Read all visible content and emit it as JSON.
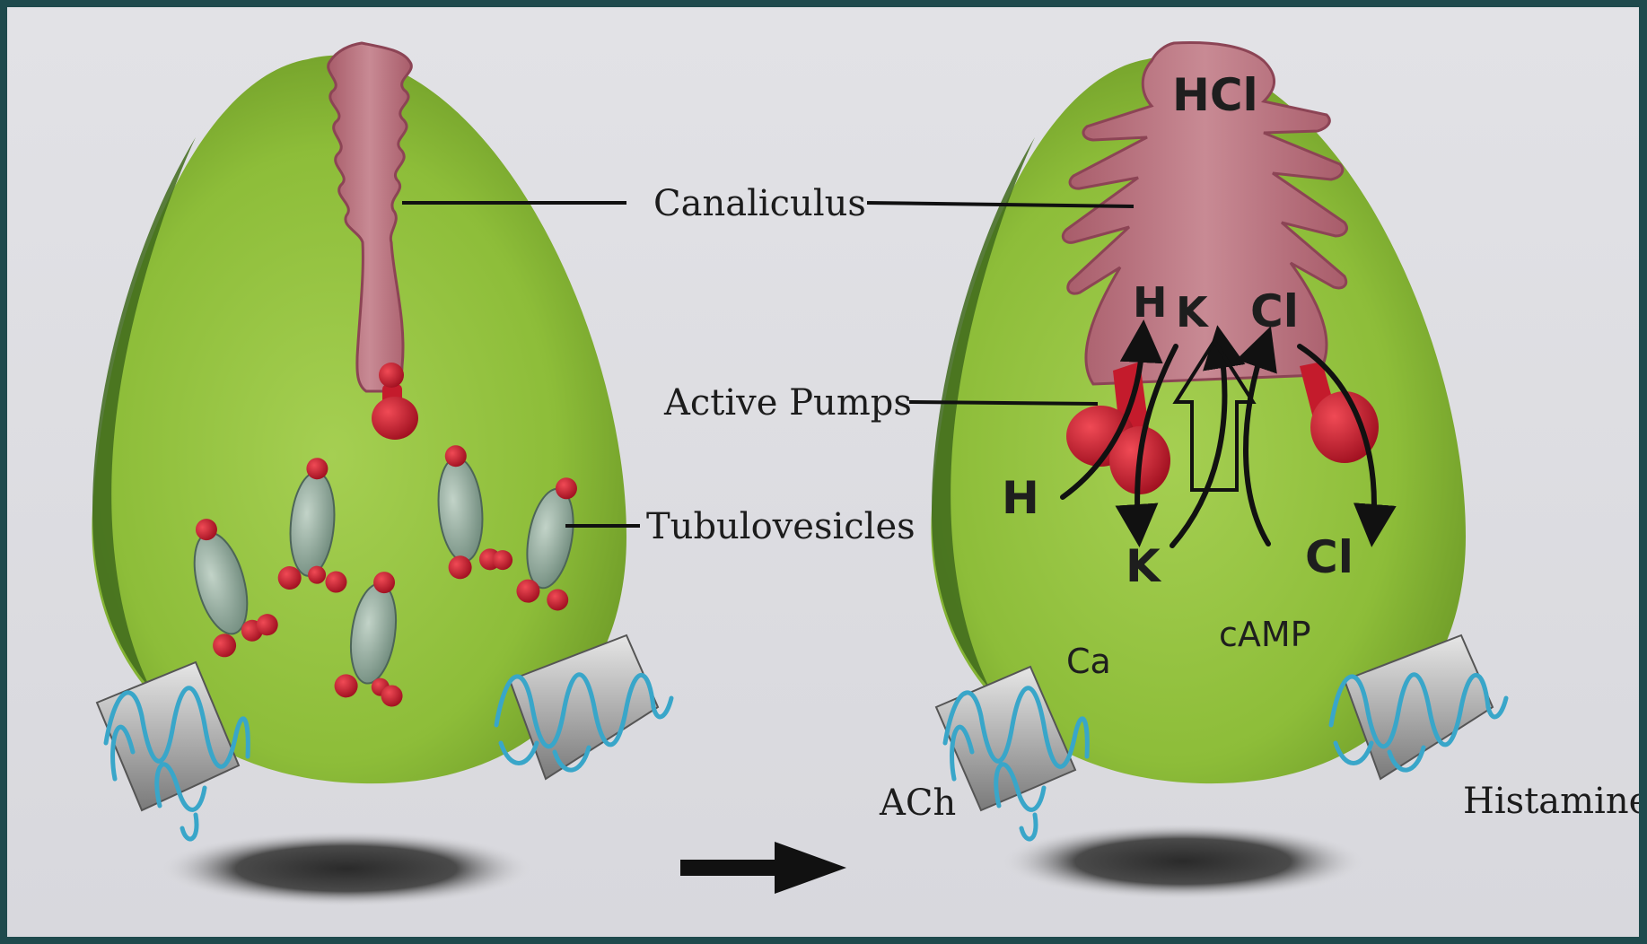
{
  "labels": {
    "canaliculus": "Canaliculus",
    "active_pumps": "Active Pumps",
    "tubulovesicles": "Tubulovesicles",
    "ach": "ACh",
    "histamine": "Histamine",
    "hcl": "HCl",
    "h_top": "H",
    "k_top": "K",
    "cl_top": "Cl",
    "h_bottom": "H",
    "k_bottom": "K",
    "cl_bottom": "Cl",
    "ca": "Ca",
    "camp": "cAMP"
  },
  "colors": {
    "cell_green": "#8fbf3a",
    "canaliculus_pink": "#b9737f",
    "pump_red": "#c11a2a",
    "vesicle_gray": "#8fa89a",
    "receptor_blue": "#39a6c9"
  }
}
